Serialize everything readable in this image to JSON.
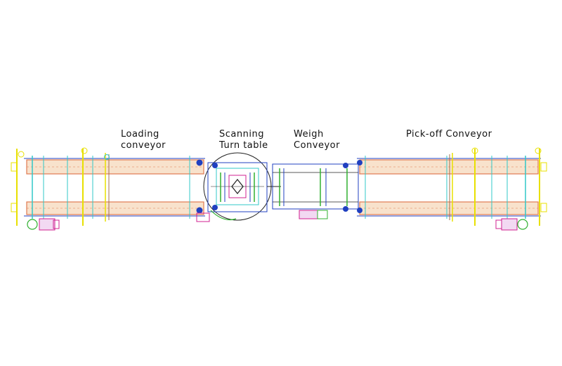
{
  "labels": {
    "loading_line1": "Loading",
    "loading_line2": "conveyor",
    "scanning_line1": "Scanning",
    "scanning_line2": "Turn table",
    "weigh_line1": "Weigh",
    "weigh_line2": "Conveyor",
    "pickoff": "Pick-off Conveyor"
  },
  "colors": {
    "belt_outline": "#e07a50",
    "belt_fill": "#f8e2cc",
    "frame_yellow": "#e8e000",
    "frame_cyan": "#30c8c8",
    "frame_blue": "#2040c0",
    "frame_green": "#30b030",
    "motor_magenta": "#d02090",
    "ink": "#202020"
  }
}
